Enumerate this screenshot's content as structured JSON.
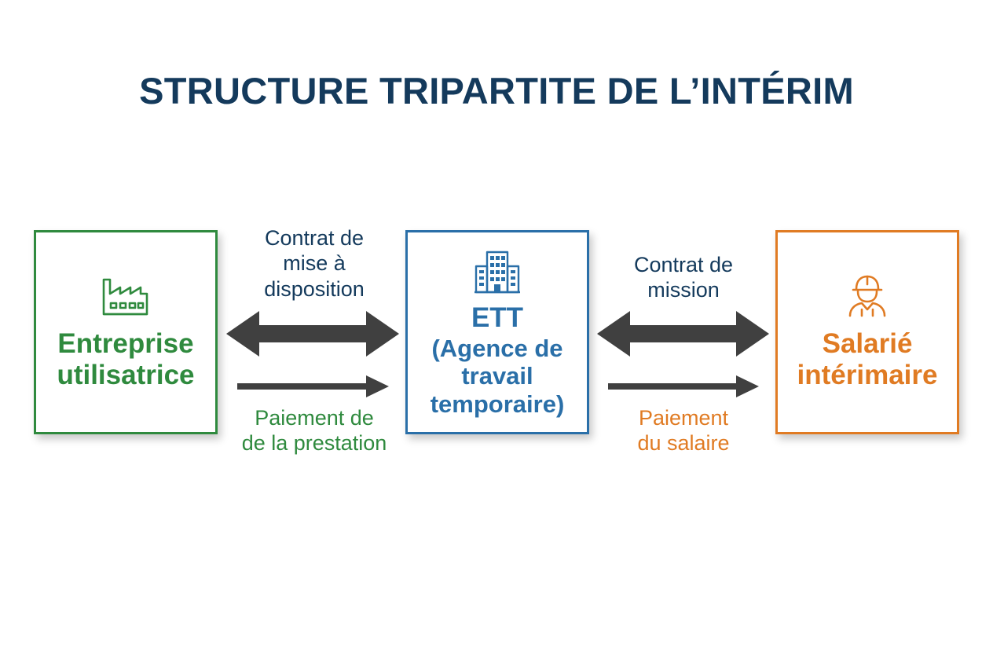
{
  "title": "STRUCTURE TRIPARTITE DE L’INTÉRIM",
  "nodes": {
    "left": {
      "line1": "Entreprise",
      "line2": "utilisatrice",
      "icon": "factory-icon",
      "color": "#2f8a3e"
    },
    "middle": {
      "line1": "ETT",
      "line2": "(Agence de",
      "line3": "travail",
      "line4": "temporaire)",
      "icon": "office-building-icon",
      "color": "#2a6fa8"
    },
    "right": {
      "line1": "Salarié",
      "line2": "intérimaire",
      "icon": "worker-helmet-icon",
      "color": "#e07b23"
    }
  },
  "edges": {
    "contract_left": {
      "line1": "Contrat de",
      "line2": "mise à",
      "line3": "disposition"
    },
    "contract_right": {
      "line1": "Contrat de",
      "line2": "mission"
    },
    "payment_left": {
      "line1": "Paiement de",
      "line2": "de la prestation"
    },
    "payment_right": {
      "line1": "Paiement",
      "line2": "du salaire"
    }
  },
  "colors": {
    "title": "#143a5c",
    "arrow": "#404040"
  }
}
